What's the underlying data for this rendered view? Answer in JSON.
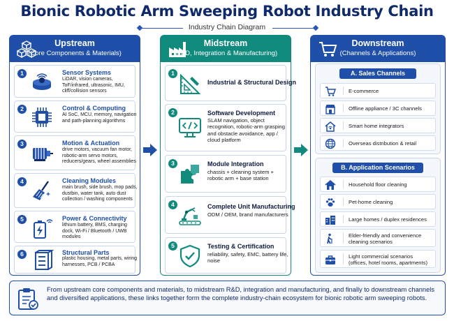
{
  "title": "Bionic Robotic Arm Sweeping Robot Industry Chain",
  "subtitle": "Industry Chain Diagram",
  "colors": {
    "blue": "#1f4fa8",
    "teal": "#118a7e",
    "navy": "#0f2a6b"
  },
  "upstream": {
    "heading": "Upstream",
    "subheading": "(Core Components & Materials)",
    "icon": "cubes-icon",
    "items": [
      {
        "num": "1",
        "icon": "sensor-icon",
        "title": "Sensor Systems",
        "desc": "LiDAR, vision cameras, ToF/infrared, ultrasonic, IMU, cliff/collision sensors"
      },
      {
        "num": "2",
        "icon": "chip-icon",
        "title": "Control & Computing",
        "desc": "AI SoC, MCU, memory, navigation and path-planning algorithms"
      },
      {
        "num": "3",
        "icon": "motor-icon",
        "title": "Motion & Actuation",
        "desc": "drive motors, vacuum fan motor, robotic-arm servo motors, reducers/gears, wheel assemblies"
      },
      {
        "num": "4",
        "icon": "broom-icon",
        "title": "Cleaning Modules",
        "desc": "main brush, side brush, mop pads, dustbin, water tank, auto dust collection / washing components"
      },
      {
        "num": "5",
        "icon": "battery-icon",
        "title": "Power & Connectivity",
        "desc": "lithium battery, BMS, charging dock, Wi-Fi / Bluetooth / UWB modules"
      },
      {
        "num": "6",
        "icon": "frame-icon",
        "title": "Structural Parts",
        "desc": "plastic housing, metal parts, wiring harnesses, PCB / PCBA"
      }
    ]
  },
  "midstream": {
    "heading": "Midstream",
    "subheading": "(R&D, Integration & Manufacturing)",
    "icon": "factory-icon",
    "items": [
      {
        "num": "1",
        "icon": "design-triangle-icon",
        "title": "Industrial & Structural Design",
        "desc": ""
      },
      {
        "num": "2",
        "icon": "code-monitor-icon",
        "title": "Software Development",
        "desc": "SLAM navigation, object recognition, robotic-arm grasping and obstacle avoidance, app / cloud platform"
      },
      {
        "num": "3",
        "icon": "puzzle-icon",
        "title": "Module Integration",
        "desc": "chassis + cleaning system + robotic arm + base station"
      },
      {
        "num": "4",
        "icon": "assembly-line-icon",
        "title": "Complete Unit Manufacturing",
        "desc": "ODM / OEM, brand manufacturers"
      },
      {
        "num": "5",
        "icon": "shield-check-icon",
        "title": "Testing & Certification",
        "desc": "reliability, safety, EMC, battery life, noise"
      }
    ]
  },
  "downstream": {
    "heading": "Downstream",
    "subheading": "(Channels & Applications)",
    "icon": "cart-icon",
    "sales": {
      "heading": "A. Sales Channels",
      "items": [
        {
          "icon": "cart-icon",
          "label": "E-commerce"
        },
        {
          "icon": "store-icon",
          "label": "Offline appliance / 3C channels"
        },
        {
          "icon": "smart-home-icon",
          "label": "Smart home integrators"
        },
        {
          "icon": "globe-icon",
          "label": "Overseas distribution & retail"
        }
      ]
    },
    "scenarios": {
      "heading": "B. Application Scenarios",
      "items": [
        {
          "icon": "house-icon",
          "label": "Household floor cleaning"
        },
        {
          "icon": "paw-icon",
          "label": "Pet-home cleaning"
        },
        {
          "icon": "buildings-icon",
          "label": "Large homes / duplex residences"
        },
        {
          "icon": "elderly-icon",
          "label": "Elder-friendly and convenience cleaning scenarios"
        },
        {
          "icon": "briefcase-icon",
          "label": "Light commercial scenarios (offices, hotel rooms, apartments)"
        }
      ]
    }
  },
  "footer": {
    "icon": "clipboard-check-icon",
    "text": "From upstream core components and materials, to midstream R&D, integration and manufacturing, and finally to downstream channels and diversified applications, these links together form the complete industry-chain ecosystem for bionic robotic arm sweeping robots."
  }
}
